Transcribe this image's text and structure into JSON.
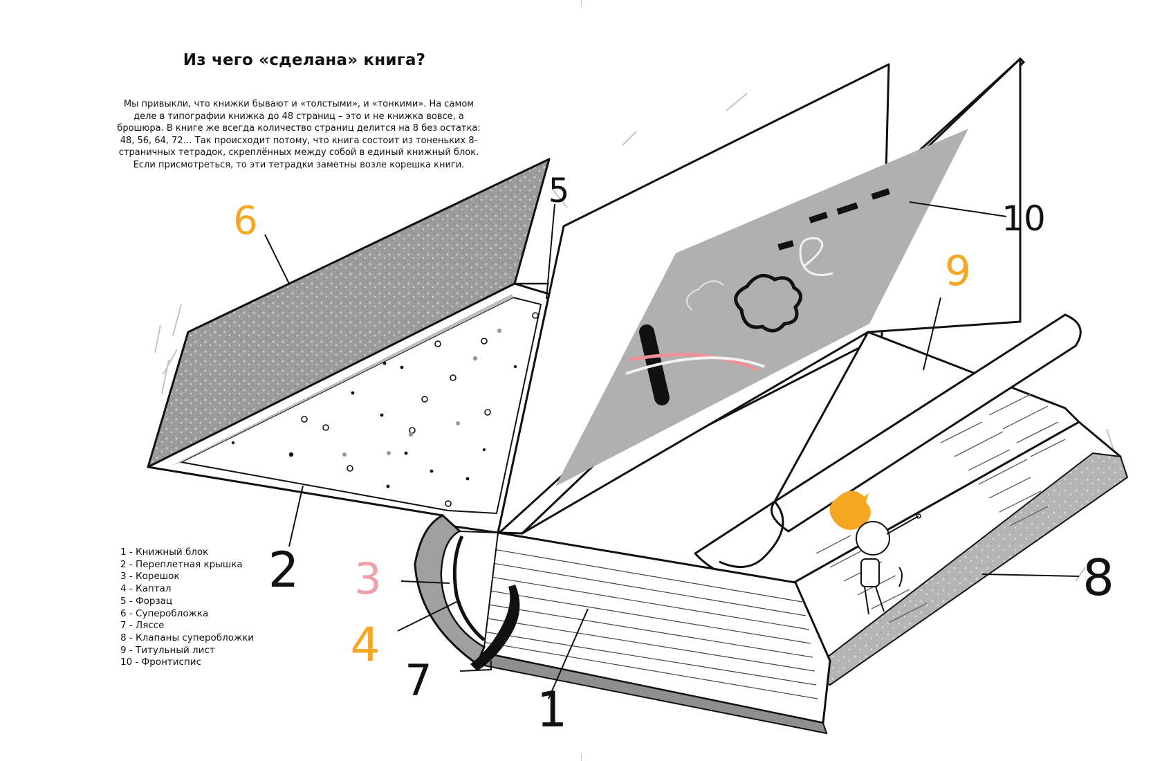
{
  "page": {
    "title": "Из чего «сделана» книга?",
    "intro": "Мы привыкли, что книжки бывают и «толстыми», и «тонкими». На самом деле в типографии книжка до 48 страниц – это и не книжка вовсе, а брошюра. В книге же всегда количество страниц делится на 8 без остатка: 48, 56, 64, 72… Так происходит потому, что книга состоит из тоненьких 8-страничных тетрадок, скреплённых между собой в единый книжный блок. Если присмотреться, то эти тетрадки заметны возле корешка книги."
  },
  "legend": [
    "1 - Книжный блок",
    "2 - Переплетная крышка",
    "3 - Корешок",
    "4 - Каптал",
    "5 - Форзац",
    "6 - Суперобложка",
    "7 - Ляссе",
    "8 - Клапаны суперобложки",
    "9 - Титульный лист",
    "10 - Фронтиспис"
  ],
  "callouts": {
    "n1": "1",
    "n2": "2",
    "n3": "3",
    "n4": "4",
    "n5": "5",
    "n6": "6",
    "n7": "7",
    "n8": "8",
    "n9": "9",
    "n10": "10"
  },
  "colors": {
    "ink": "#111111",
    "gray": "#a9a9a9",
    "dark_gray": "#8f8f8f",
    "light_gray": "#d4d4d4",
    "orange": "#f5a623",
    "pink": "#f0a0a8"
  }
}
